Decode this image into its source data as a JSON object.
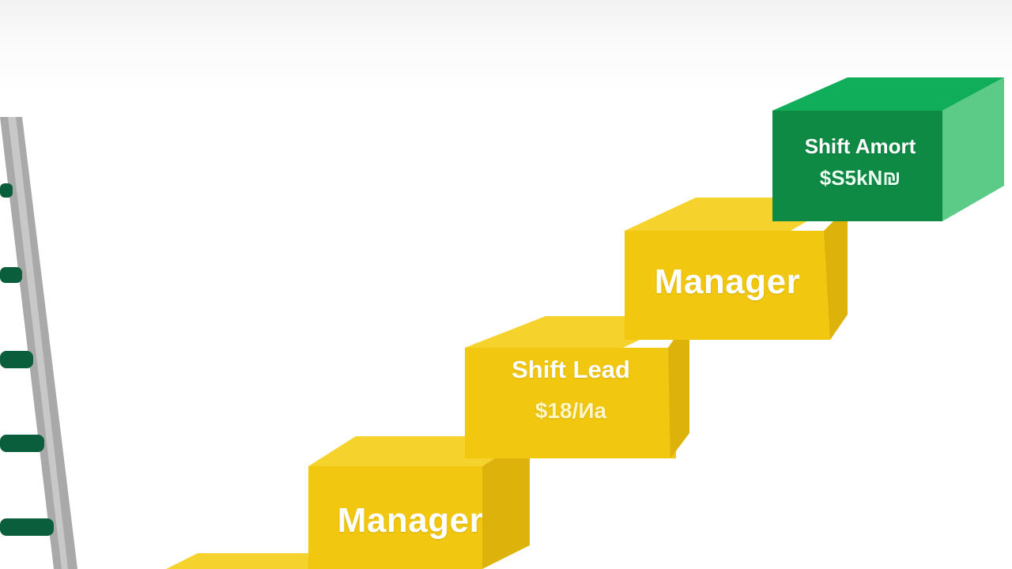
{
  "steps": [
    {
      "title": "Manager",
      "subtitle": ""
    },
    {
      "title": "Shift Lead",
      "subtitle": "$18/Иа"
    },
    {
      "title": "Manager",
      "subtitle": ""
    },
    {
      "title": "Shift Amort",
      "subtitle": "$S5kN₪"
    }
  ],
  "colors": {
    "yellow_front": "#F2C70F",
    "yellow_top": "#F6D22C",
    "yellow_side": "#DDB30B",
    "green_front": "#0F8A45",
    "green_top": "#10AD5A",
    "green_side": "#5CCB88",
    "ladder_rail": "#A9A9A9",
    "ladder_rung": "#0A5E3C"
  }
}
